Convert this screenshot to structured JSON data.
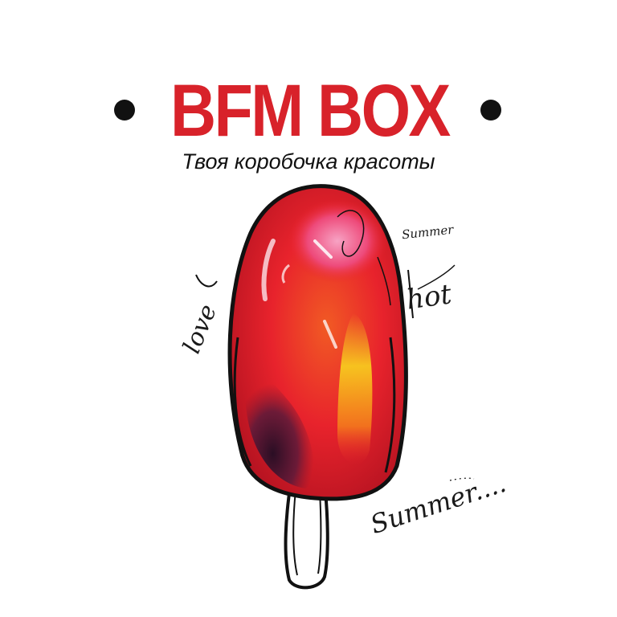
{
  "brand": {
    "title": "BFM BOX",
    "tagline": "Твоя коробочка красоты",
    "title_color": "#d8222a",
    "bullet_color": "#111111"
  },
  "illustration": {
    "subject": "popsicle-illustration",
    "handwritten": {
      "summer_top": "Summer",
      "hot": "hot",
      "love": "love",
      "summer_bottom": "Summer...."
    },
    "colors": {
      "deep_red": "#b4101a",
      "red": "#e8232c",
      "pink": "#ee4a7a",
      "orange": "#f47a1c",
      "yellow": "#f8d21e",
      "purple_shadow": "#3a1430",
      "ink": "#111111"
    }
  }
}
